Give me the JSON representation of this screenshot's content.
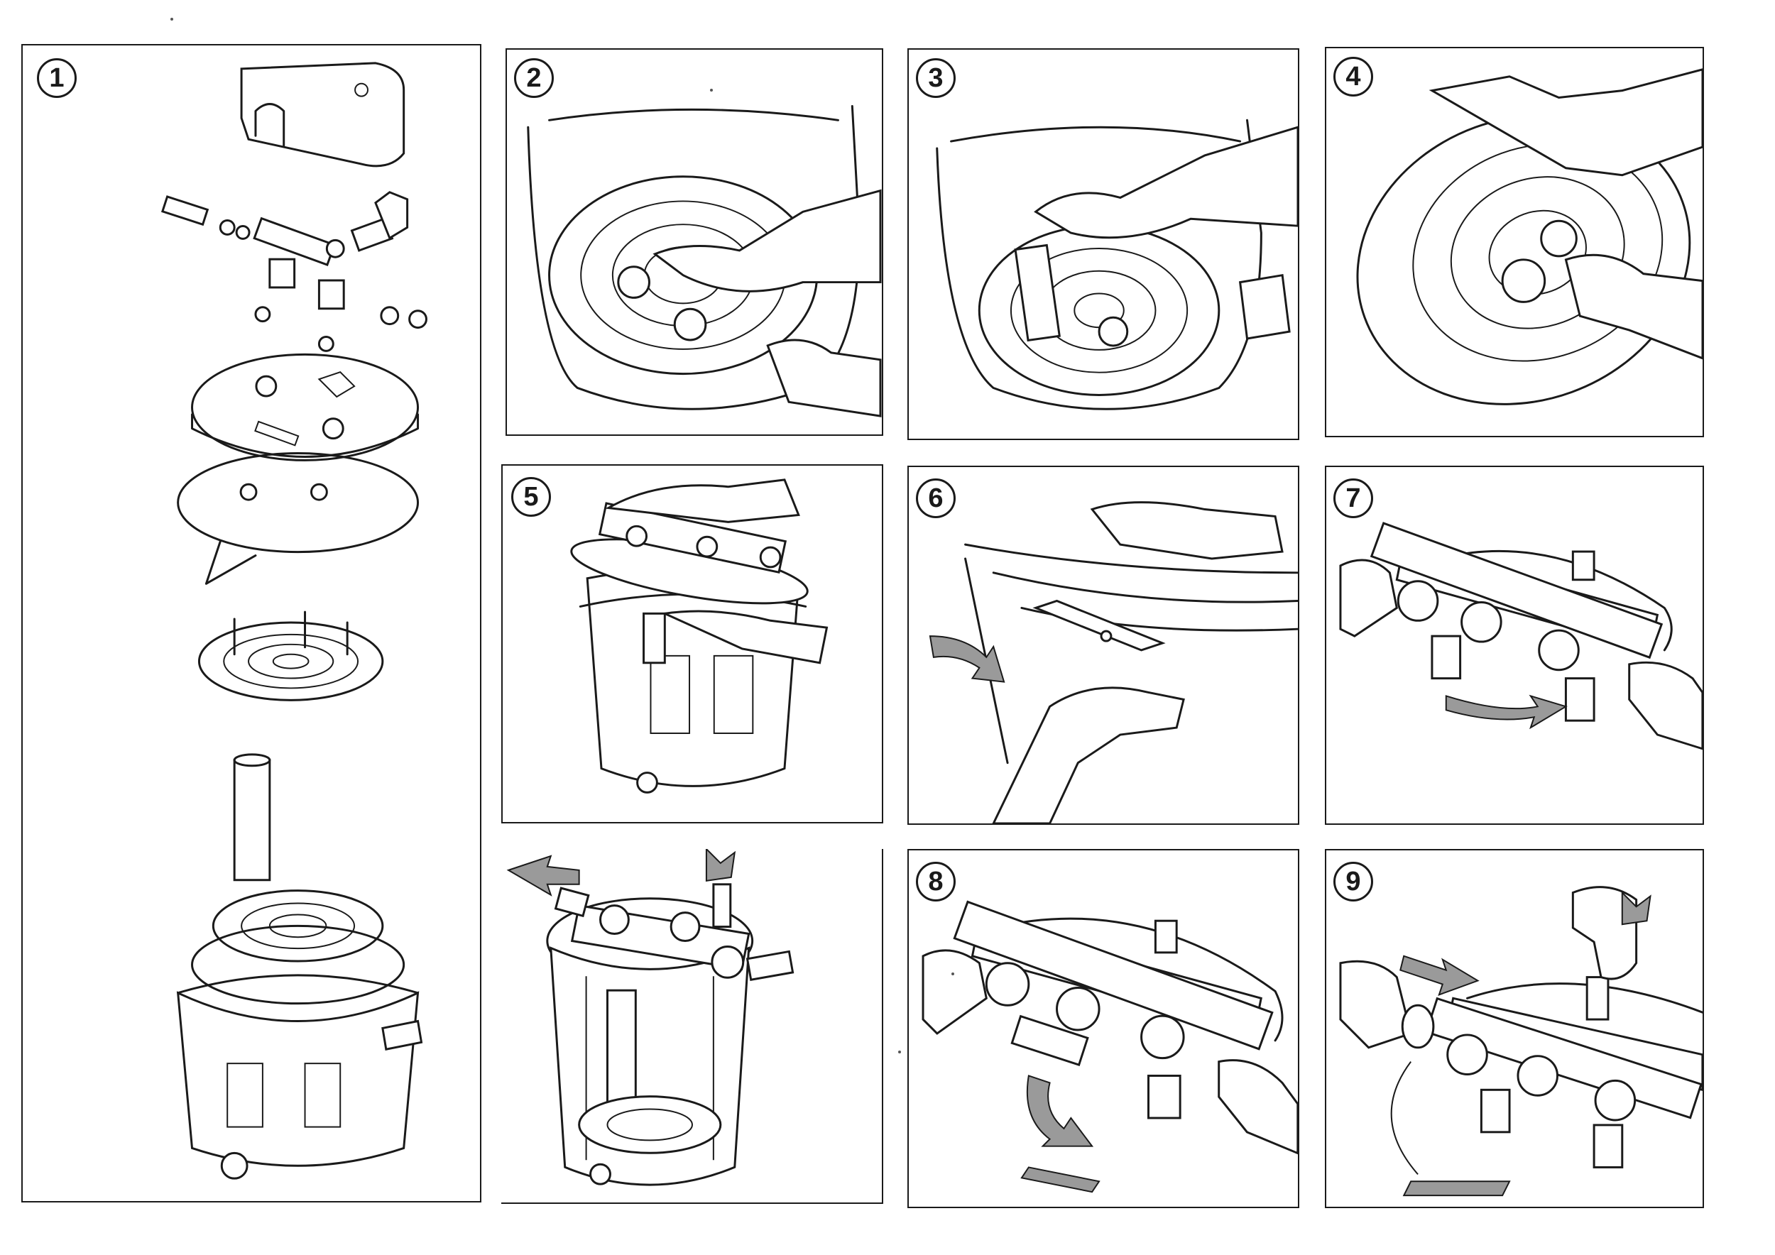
{
  "steps": [
    {
      "number": "1",
      "icon": "exploded-view"
    },
    {
      "number": "2",
      "icon": "hand-inserting-grid"
    },
    {
      "number": "3",
      "icon": "hand-inserting-tube"
    },
    {
      "number": "4",
      "icon": "hands-holding-grid"
    },
    {
      "number": "5",
      "icon": "placing-lid"
    },
    {
      "number": "6",
      "icon": "closing-clamp"
    },
    {
      "number": "7",
      "icon": "rotating-valve"
    },
    {
      "number": "8",
      "icon": "rotating-valve-back"
    },
    {
      "number": "9",
      "icon": "connecting-hoses"
    },
    {
      "number": "",
      "icon": "assembled-filter-cutaway"
    }
  ],
  "colors": {
    "line": "#1a1a1a",
    "paper": "#ffffff",
    "arrow": "#9a9a9a"
  }
}
